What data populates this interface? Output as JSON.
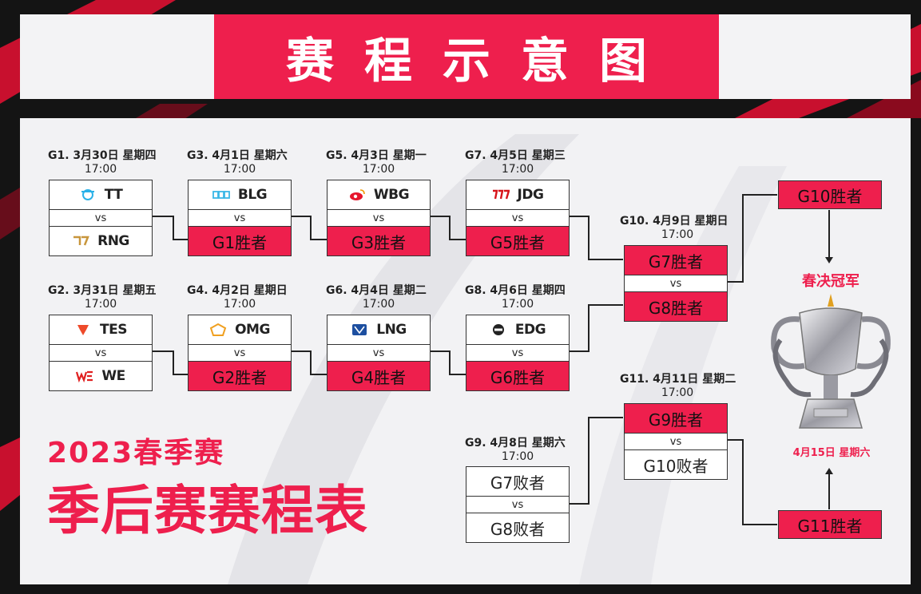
{
  "header": {
    "title": "赛程示意图"
  },
  "season": {
    "line1": "2023春季赛",
    "line2": "季后赛赛程表"
  },
  "vs_label": "vs",
  "matches": [
    {
      "id": "g1",
      "label": "G1. 3月30日 星期四",
      "time": "17:00",
      "top": "TT",
      "bottom": "RNG"
    },
    {
      "id": "g2",
      "label": "G2. 3月31日 星期五",
      "time": "17:00",
      "top": "TES",
      "bottom": "WE"
    },
    {
      "id": "g3",
      "label": "G3. 4月1日 星期六",
      "time": "17:00",
      "top": "BLG",
      "bottom": "G1胜者"
    },
    {
      "id": "g4",
      "label": "G4. 4月2日 星期日",
      "time": "17:00",
      "top": "OMG",
      "bottom": "G2胜者"
    },
    {
      "id": "g5",
      "label": "G5. 4月3日 星期一",
      "time": "17:00",
      "top": "WBG",
      "bottom": "G3胜者"
    },
    {
      "id": "g6",
      "label": "G6. 4月4日 星期二",
      "time": "17:00",
      "top": "LNG",
      "bottom": "G4胜者"
    },
    {
      "id": "g7",
      "label": "G7. 4月5日 星期三",
      "time": "17:00",
      "top": "JDG",
      "bottom": "G5胜者"
    },
    {
      "id": "g8",
      "label": "G8. 4月6日 星期四",
      "time": "17:00",
      "top": "EDG",
      "bottom": "G6胜者"
    },
    {
      "id": "g9",
      "label": "G9. 4月8日 星期六",
      "time": "17:00",
      "top": "G7败者",
      "bottom": "G8败者"
    },
    {
      "id": "g10",
      "label": "G10. 4月9日 星期日",
      "time": "17:00",
      "top": "G7胜者",
      "bottom": "G8胜者"
    },
    {
      "id": "g11",
      "label": "G11. 4月11日 星期二",
      "time": "17:00",
      "top": "G9胜者",
      "bottom": "G10败者"
    }
  ],
  "final": {
    "top": "G10胜者",
    "bottom": "G11胜者",
    "title": "春决冠军",
    "date": "4月15日 星期六"
  },
  "colors": {
    "accent": "#ee1f4d",
    "panel": "#f2f2f4",
    "frame": "#141414"
  }
}
